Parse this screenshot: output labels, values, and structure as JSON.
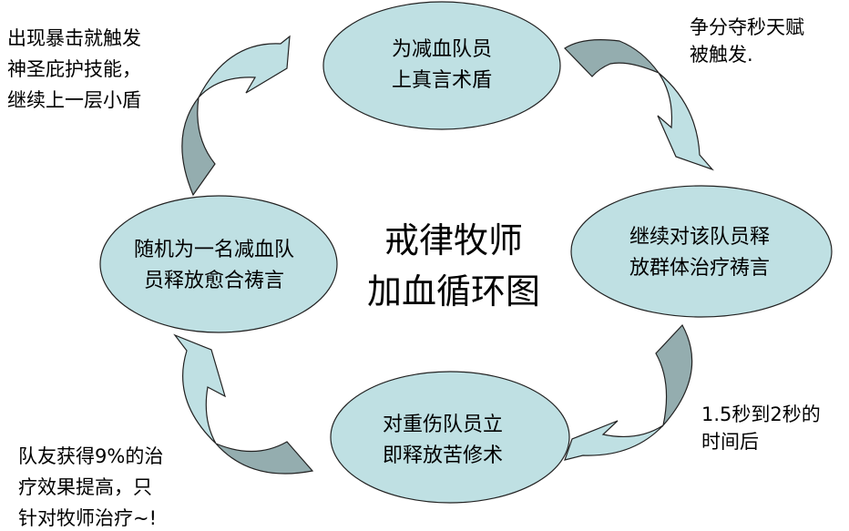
{
  "title": {
    "line1": "戒律牧师",
    "line2": "加血循环图"
  },
  "colors": {
    "node_fill": "#bfe0e3",
    "arrow_dark": "#94adaf",
    "arrow_light": "#bfe0e3",
    "stroke": "#222222"
  },
  "nodes": [
    {
      "line1": "为减血队员",
      "line2": "上真言术盾"
    },
    {
      "line1": "继续对该队员释",
      "line2": "放群体治疗祷言"
    },
    {
      "line1": "对重伤队员立",
      "line2": "即释放苦修术"
    },
    {
      "line1": "随机为一名减血队",
      "line2": "员释放愈合祷言"
    }
  ],
  "notes": {
    "top_left": [
      "出现暴击就触发",
      "神圣庇护技能，",
      "继续上一层小盾"
    ],
    "top_right": [
      "争分夺秒天赋",
      "被触发."
    ],
    "right": [
      "1.5秒到2秒的",
      "时间后"
    ],
    "bottom_left": [
      "队友获得9%的治",
      "疗效果提高，只",
      "针对牧师治疗~!"
    ]
  }
}
